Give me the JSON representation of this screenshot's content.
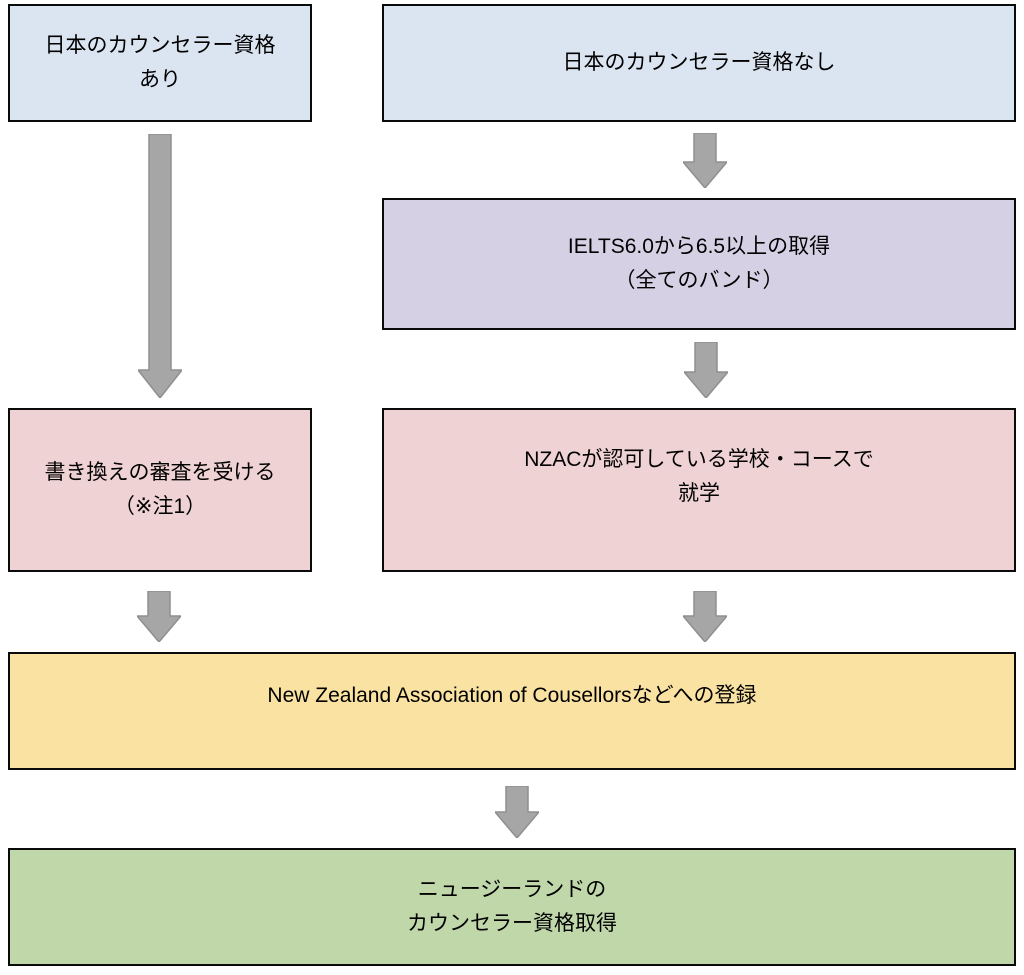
{
  "flowchart": {
    "title": "New Zealand counsellor qualification flowchart",
    "arrow_fill": "#a6a6a6",
    "arrow_stroke": "#8f8f8f",
    "border_color": "#0a0a0a",
    "nodes": {
      "jp_license_yes": {
        "lines": [
          "日本のカウンセラー資格",
          "あり"
        ],
        "color": "#dbe5f1"
      },
      "jp_license_no": {
        "lines": [
          "日本のカウンセラー資格なし"
        ],
        "color": "#dbe5f1"
      },
      "ielts": {
        "lines": [
          "IELTS6.0から6.5以上の取得",
          "（全てのバンド）"
        ],
        "color": "#d6d0e4"
      },
      "transfer_review": {
        "lines": [
          "書き換えの審査を受ける",
          "（※注1）"
        ],
        "color": "#efd2d3"
      },
      "nzac_study": {
        "lines": [
          "NZACが認可している学校・コースで",
          "就学"
        ],
        "color": "#efd2d3"
      },
      "registration": {
        "lines": [
          "New Zealand Association of Cousellorsなどへの登録"
        ],
        "color": "#fae3a2"
      },
      "goal": {
        "lines": [
          "ニュージーランドの",
          "カウンセラー資格取得"
        ],
        "color": "#c0d7aa"
      }
    }
  }
}
